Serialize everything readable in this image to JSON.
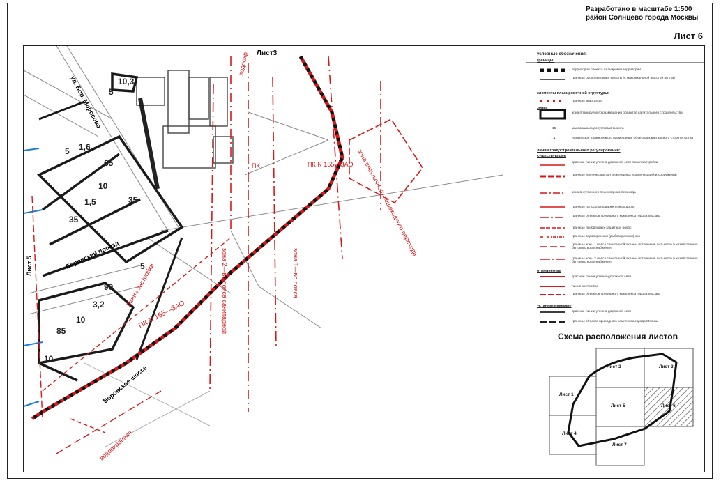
{
  "header": {
    "line1": "Разработано в масштабе 1:500",
    "line2": "район Солнцево города Москвы",
    "sheet": "Лист 6"
  },
  "map": {
    "sheet3_label": "Лист3",
    "sheet5_label": "Лист 5",
    "pk_label_top": "ПК N 155—ЗАО",
    "pk_label_bottom": "ПК N 155—ЗАО",
    "pk_short": "ПК",
    "road_top": "ул. Бор. Моросово",
    "road_borovsky_proezd": "Боровский проезд",
    "road_borovsky_shosse": "Боровское шоссе",
    "line_label": "Линия застройки",
    "zone_1": "зона 1—во пояса",
    "zone_2": "зона 2—во пояса санитарной",
    "zone_crossing": "зона внеуличного пешеходного перехода",
    "water_label": "водоохранная",
    "vodo_top": "водоохр",
    "block_numbers": [
      "10,3",
      "5",
      "5",
      "1,6",
      "65",
      "10",
      "1,5",
      "35",
      "35",
      "5",
      "90",
      "3,2",
      "10",
      "85",
      "10"
    ]
  },
  "legend": {
    "title": "условные обозначения:",
    "sec_granitsy": "границы:",
    "items": [
      "территории проекта планировки территории",
      "границы распределения высоты (с максимальной высотой до 7 м)",
      "элементы планировочной структуры:",
      "границы кварталов",
      "зоны:",
      "зона планируемого размещения объектов капитального строительства",
      "максимально допустимая высота",
      "номера зон планируемого размещения объектов капитального строительства",
      "линии градостроительного регулирования:",
      "существующие",
      "красные линии улично-дорожной сети линия застройки",
      "границы технических зон инженерных коммуникаций и сооружений",
      "зона внеуличного пешеходного перехода",
      "границы полосы отвода железных дорог",
      "границы объектов природного комплекса города Москвы",
      "границы прибрежных защитных полос",
      "границы водоохранных (рыбоохранных) зон",
      "границы зоны 1 пояса санитарной охраны источников питьевого и хозяйственно-бытового водоснабжения",
      "границы зоны 2 пояса санитарной охраны источников питьевого и хозяйственно-бытового водоснабжения",
      "отменяемые",
      "красные линии улично-дорожной сети",
      "линия застройки",
      "границы объектов природного комплекса города Москвы",
      "устанавливаемые",
      "красные линии улично-дорожной сети",
      "границы объекта природного комплекса города Москвы"
    ],
    "num_15": "15",
    "num_71": "7.1"
  },
  "scheme": {
    "title": "Схема расположения листов",
    "sheets": [
      "Лист 2",
      "Лист 3",
      "Лист 1",
      "Лист 5",
      "Лист 6",
      "Лист 4",
      "Лист 7"
    ]
  },
  "colors": {
    "red_line": "#d81818",
    "boundary": "#1a1a1a",
    "blue": "#1a7fd6",
    "gray_road": "#777777"
  }
}
